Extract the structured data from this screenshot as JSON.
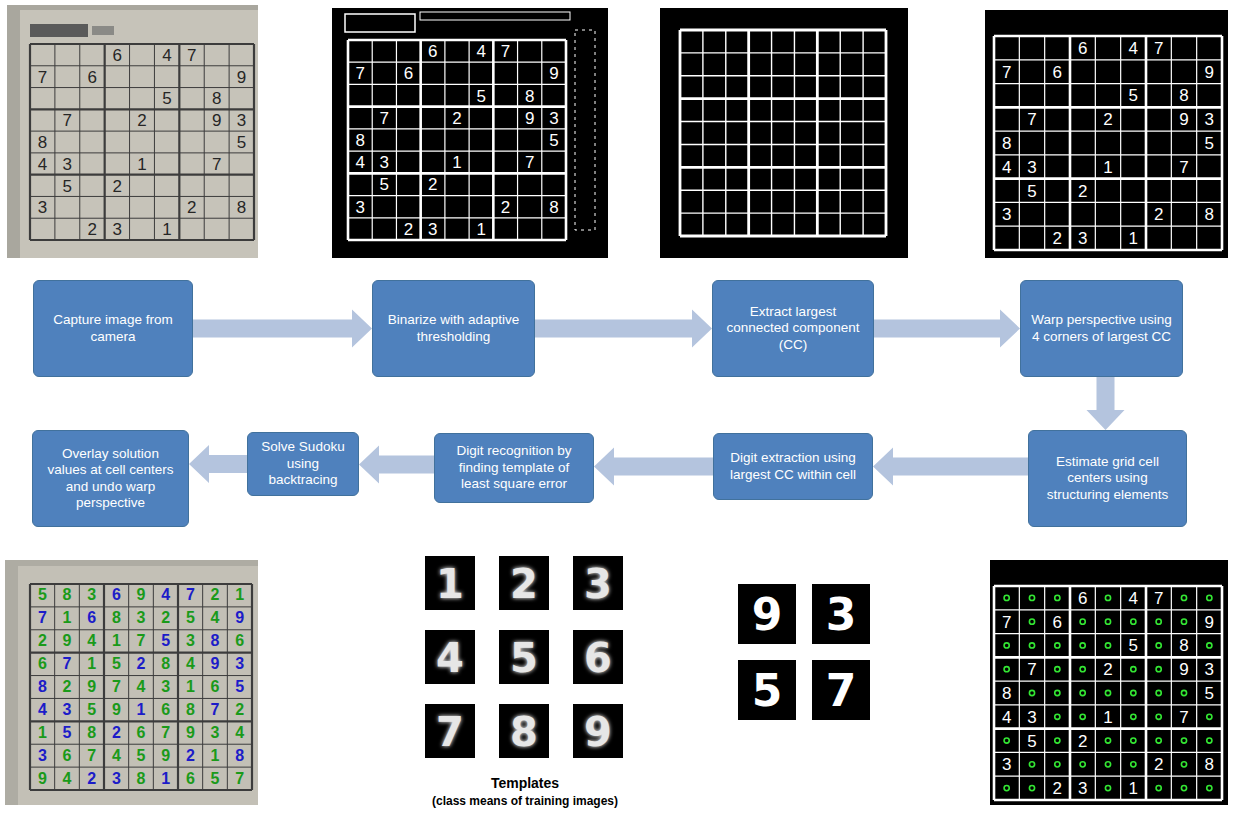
{
  "diagram": {
    "nodes": [
      {
        "text": [
          "Capture image from camera"
        ]
      },
      {
        "text": [
          "Binarize with adaptive thresholding"
        ]
      },
      {
        "text": [
          "Extract largest connected component (CC)"
        ]
      },
      {
        "text": [
          "Warp perspective using 4 corners of largest CC"
        ]
      },
      {
        "text": [
          "Overlay solution values at cell centers and undo warp perspective"
        ]
      },
      {
        "text": [
          "Solve Sudoku using backtracing"
        ]
      },
      {
        "text": [
          "Digit recognition by finding template of least square error"
        ]
      },
      {
        "text": [
          "Digit extraction using largest CC within cell"
        ]
      },
      {
        "text": [
          "Estimate grid cell centers using structuring elements"
        ]
      }
    ],
    "edges": [
      {
        "from": 0,
        "to": 1,
        "arrow": "to"
      },
      {
        "from": 1,
        "to": 2,
        "arrow": "to"
      },
      {
        "from": 2,
        "to": 3,
        "arrow": "to"
      },
      {
        "from": 3,
        "to": 8,
        "arrow": "to"
      },
      {
        "from": 8,
        "to": 7,
        "arrow": "to"
      },
      {
        "from": 7,
        "to": 6,
        "arrow": "to"
      },
      {
        "from": 6,
        "to": 5,
        "arrow": "to"
      },
      {
        "from": 5,
        "to": 4,
        "arrow": "to"
      }
    ],
    "labels": [
      "6",
      "4",
      "7",
      "7",
      "6",
      "9",
      "5",
      "8",
      "7",
      "2",
      "9",
      "3",
      "8",
      "5",
      "4",
      "3",
      "1",
      "7",
      "5",
      "2",
      "3",
      "2",
      "8",
      "2",
      "3",
      "1",
      "6",
      "4",
      "7",
      "7",
      "6",
      "9",
      "5",
      "8",
      "7",
      "2",
      "9",
      "3",
      "8",
      "5",
      "4",
      "3",
      "1",
      "7",
      "5",
      "2",
      "3",
      "2",
      "8",
      "2",
      "3",
      "1",
      "6",
      "4",
      "7",
      "7",
      "6",
      "9",
      "5",
      "8",
      "7",
      "2",
      "9",
      "3",
      "8",
      "5",
      "4",
      "3",
      "1",
      "7",
      "5",
      "2",
      "3",
      "2",
      "8",
      "2",
      "3",
      "1",
      "6",
      "4",
      "7",
      "7",
      "6",
      "9",
      "5",
      "8",
      "7",
      "2",
      "9",
      "3",
      "8",
      "5",
      "4",
      "3",
      "1",
      "7",
      "5",
      "2",
      "3",
      "2",
      "8",
      "2",
      "3",
      "1",
      "5",
      "8",
      "3",
      "6",
      "9",
      "4",
      "7",
      "2",
      "1",
      "7",
      "1",
      "6",
      "8",
      "3",
      "2",
      "5",
      "4",
      "9",
      "2",
      "9",
      "4",
      "1",
      "7",
      "5",
      "3",
      "8",
      "6",
      "6",
      "7",
      "1",
      "5",
      "2",
      "8",
      "4",
      "9",
      "3",
      "8",
      "2",
      "9",
      "7",
      "4",
      "3",
      "1",
      "6",
      "5",
      "4",
      "3",
      "5",
      "9",
      "1",
      "6",
      "8",
      "7",
      "2",
      "1",
      "5",
      "8",
      "2",
      "6",
      "7",
      "9",
      "3",
      "4",
      "3",
      "6",
      "7",
      "4",
      "5",
      "9",
      "2",
      "1",
      "8",
      "9",
      "4",
      "2",
      "3",
      "8",
      "1",
      "6",
      "5",
      "7",
      "1",
      "2",
      "3",
      "4",
      "5",
      "6",
      "7",
      "8",
      "9",
      "9",
      "3",
      "5",
      "7",
      "Templates",
      "(class means of training images)"
    ]
  }
}
